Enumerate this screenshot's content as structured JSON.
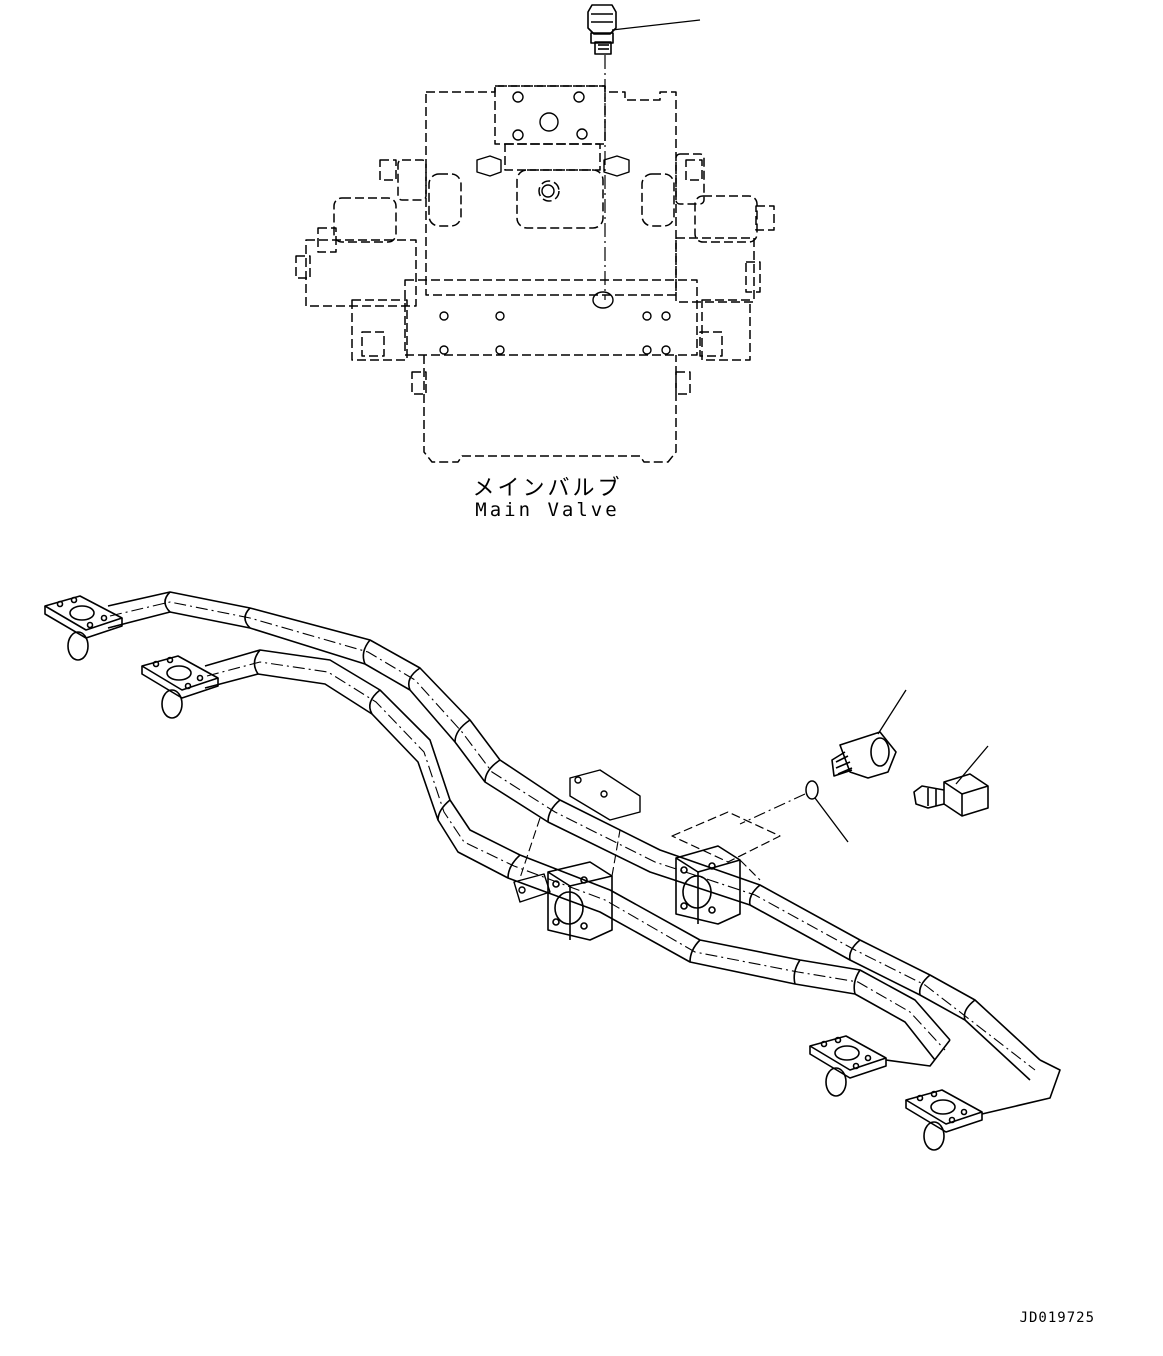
{
  "main_valve": {
    "label_jp": "メインバルブ",
    "label_en": "Main Valve"
  },
  "drawing_id": "JD019725",
  "colors": {
    "line": "#000000",
    "background": "#ffffff"
  }
}
